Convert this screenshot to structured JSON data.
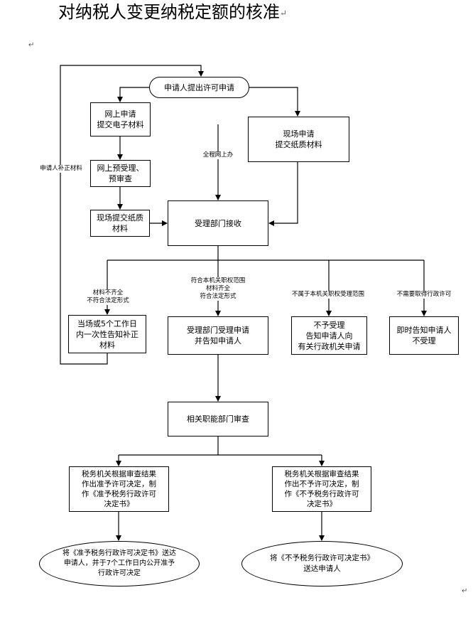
{
  "title": "对纳税人变更纳税定额的核准",
  "paragraph_mark": "↵",
  "nodes": {
    "apply": "申请人提出许可申请",
    "online_submit": "网上申请\n提交电子材料",
    "onsite_apply": "现场申请\n提交纸质材料",
    "online_preaccept": "网上预受理、\n预审查",
    "onsite_paper": "现场提交纸质\n材料",
    "accept_dept": "受理部门接收",
    "notify_correction": "当场或5个工作日\n内一次性告知补正\n材料",
    "accept_notify": "受理部门受理申请\n并告知申请人",
    "not_accept_other": "不予受理\n告知申请人向\n有关行政机关申请",
    "not_accept_now": "即时告知申请人\n不受理",
    "review": "相关职能部门审查",
    "decide_approve": "税务机关根据审查结果\n作出准予许可决定，制\n作《准予税务行政许可\n决定书》",
    "decide_reject": "税务机关根据审查结果\n作出不予许可决定，制\n作《不予税务行政许可\n决定书》",
    "deliver_approve": "将《准予税务行政许可决定书》送达\n申请人，并于7个工作日内公开准予\n行政许可决定",
    "deliver_reject": "将《不予税务行政许可决定书》\n送达申请人"
  },
  "labels": {
    "supplement": "申请人补正材料",
    "all_online": "全程网上办",
    "incomplete": "材料不齐全\n不符合法定形式",
    "in_scope": "符合本机关职权范围\n材料齐全\n符合法定形式",
    "out_scope": "不属于本机关职权受理范围",
    "no_permit": "不需要取得行政许可"
  }
}
